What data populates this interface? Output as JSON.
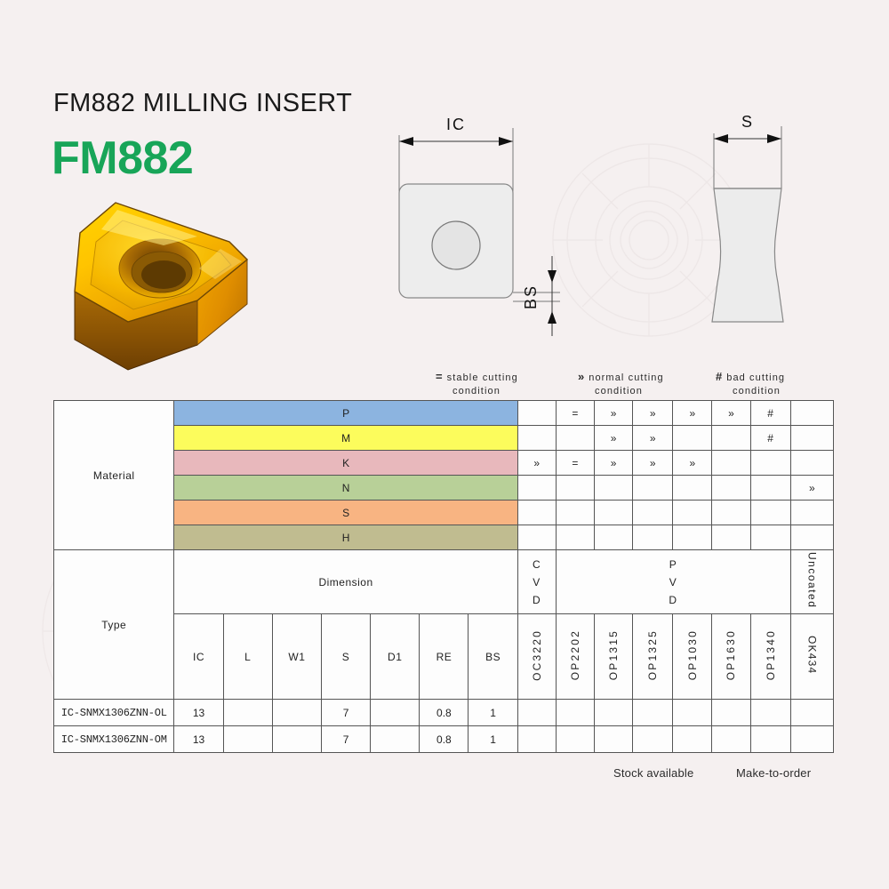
{
  "header": {
    "title": "FM882 MILLING INSERT",
    "brand": "FM882",
    "brand_color": "#18a558"
  },
  "drawings": {
    "top_view": {
      "dim_ic": "IC",
      "dim_bs": "BS"
    },
    "side_view": {
      "dim_s": "S"
    }
  },
  "legend": {
    "stable": {
      "symbol": "=",
      "line1": "stable cutting",
      "line2": "condition"
    },
    "normal": {
      "symbol": "»",
      "line1": "normal cutting",
      "line2": "condition"
    },
    "bad": {
      "symbol": "#",
      "line1": "bad cutting",
      "line2": "condition"
    }
  },
  "table": {
    "material_label": "Material",
    "type_label": "Type",
    "dimension_label": "Dimension",
    "coating_groups": [
      {
        "label": "CVD",
        "stacked": [
          "C",
          "V",
          "D"
        ]
      },
      {
        "label": "PVD",
        "stacked": [
          "P",
          "V",
          "D"
        ]
      },
      {
        "label": "Uncoated",
        "stacked": [
          "Uncoated"
        ]
      }
    ],
    "grades": [
      "OC3220",
      "OP2202",
      "OP1315",
      "OP1325",
      "OP1030",
      "OP1630",
      "OP1340",
      "OK434"
    ],
    "material_rows": [
      {
        "code": "P",
        "color": "#8cb4e0",
        "marks": [
          "",
          "=",
          "»",
          "»",
          "»",
          "»",
          "#",
          ""
        ]
      },
      {
        "code": "M",
        "color": "#fcfc5c",
        "marks": [
          "",
          "",
          "»",
          "»",
          "",
          "",
          "#",
          ""
        ]
      },
      {
        "code": "K",
        "color": "#e8b8bc",
        "marks": [
          "»",
          "=",
          "»",
          "»",
          "»",
          "",
          "",
          ""
        ]
      },
      {
        "code": "N",
        "color": "#b8d098",
        "marks": [
          "",
          "",
          "",
          "",
          "",
          "",
          "",
          "»"
        ]
      },
      {
        "code": "S",
        "color": "#f8b482",
        "marks": [
          "",
          "",
          "",
          "",
          "",
          "",
          "",
          ""
        ]
      },
      {
        "code": "H",
        "color": "#c0bc90",
        "marks": [
          "",
          "",
          "",
          "",
          "",
          "",
          "",
          ""
        ]
      }
    ],
    "dimension_columns": [
      "IC",
      "L",
      "W1",
      "S",
      "D1",
      "RE",
      "BS"
    ],
    "rows": [
      {
        "type": "IC-SNMX1306ZNN-OL",
        "dims": [
          "13",
          "",
          "",
          "7",
          "",
          "0.8",
          "1"
        ],
        "grades": [
          "",
          "",
          "",
          "",
          "",
          "",
          "",
          ""
        ]
      },
      {
        "type": "IC-SNMX1306ZNN-OM",
        "dims": [
          "13",
          "",
          "",
          "7",
          "",
          "0.8",
          "1"
        ],
        "grades": [
          "",
          "",
          "",
          "",
          "",
          "",
          "",
          ""
        ]
      }
    ]
  },
  "footer": {
    "stock": "Stock available",
    "make_to_order": "Make-to-order"
  }
}
